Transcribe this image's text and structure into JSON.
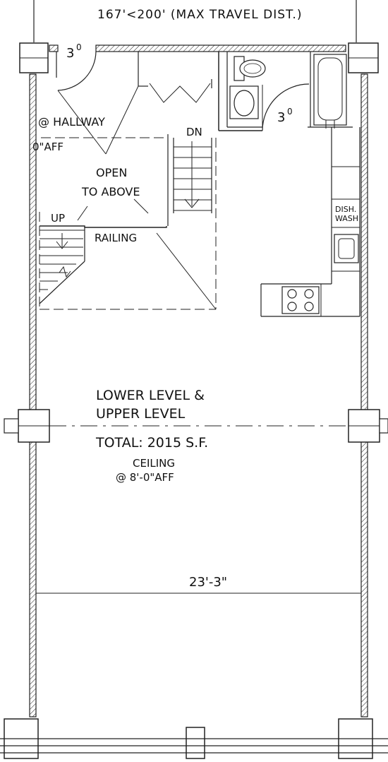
{
  "labels": {
    "travel": "167'<200' (MAX TRAVEL DIST.)",
    "door_top_left": "3",
    "door_top_left_sup": "0",
    "hallway": "@ HALLWAY",
    "hallway_aff": "0\"AFF",
    "dn": "DN",
    "open_1": "OPEN",
    "open_2": "TO ABOVE",
    "up": "UP",
    "railing": "RAILING",
    "door_bath": "3",
    "door_bath_sup": "0",
    "dish_1": "DISH.",
    "dish_2": "WASH",
    "level_1": "LOWER LEVEL &",
    "level_2": "UPPER LEVEL",
    "total": "TOTAL: 2015 S.F.",
    "ceiling_1": "CEILING",
    "ceiling_2": "@ 8'-0\"AFF",
    "width_dim": "23'-3\""
  }
}
